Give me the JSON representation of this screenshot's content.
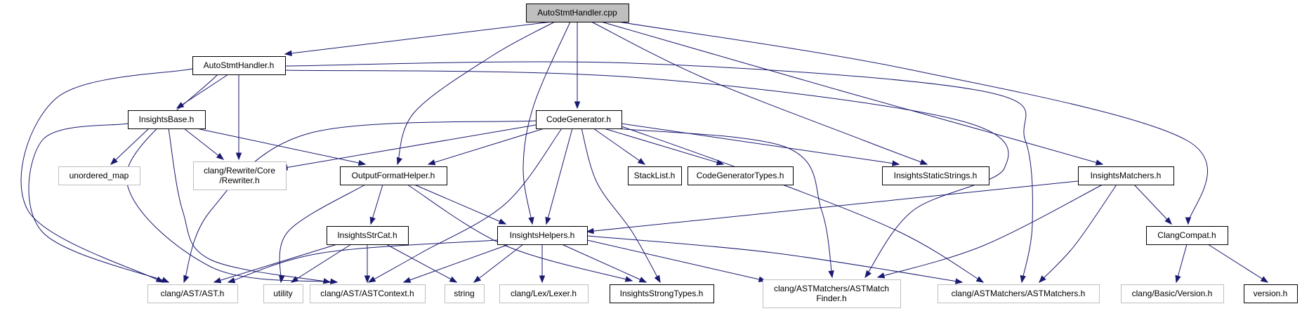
{
  "nodes": [
    {
      "id": "autostmt_cpp",
      "lines": [
        "AutoStmtHandler.cpp"
      ],
      "kind": "root"
    },
    {
      "id": "autostmt_h",
      "lines": [
        "AutoStmtHandler.h"
      ],
      "kind": "internal"
    },
    {
      "id": "codegen_h",
      "lines": [
        "CodeGenerator.h"
      ],
      "kind": "internal"
    },
    {
      "id": "insightsbase_h",
      "lines": [
        "InsightsBase.h"
      ],
      "kind": "internal"
    },
    {
      "id": "unordered_map",
      "lines": [
        "unordered_map"
      ],
      "kind": "external"
    },
    {
      "id": "rewriter_h",
      "lines": [
        "clang/Rewrite/Core",
        "/Rewriter.h"
      ],
      "kind": "external"
    },
    {
      "id": "outputformat_h",
      "lines": [
        "OutputFormatHelper.h"
      ],
      "kind": "internal"
    },
    {
      "id": "stacklist_h",
      "lines": [
        "StackList.h"
      ],
      "kind": "internal"
    },
    {
      "id": "codegentypes_h",
      "lines": [
        "CodeGeneratorTypes.h"
      ],
      "kind": "internal"
    },
    {
      "id": "staticstrings_h",
      "lines": [
        "InsightsStaticStrings.h"
      ],
      "kind": "internal"
    },
    {
      "id": "matchers_h",
      "lines": [
        "InsightsMatchers.h"
      ],
      "kind": "internal"
    },
    {
      "id": "strcat_h",
      "lines": [
        "InsightsStrCat.h"
      ],
      "kind": "internal"
    },
    {
      "id": "helpers_h",
      "lines": [
        "InsightsHelpers.h"
      ],
      "kind": "internal"
    },
    {
      "id": "clangcompat_h",
      "lines": [
        "ClangCompat.h"
      ],
      "kind": "internal"
    },
    {
      "id": "ast_h",
      "lines": [
        "clang/AST/AST.h"
      ],
      "kind": "external"
    },
    {
      "id": "utility",
      "lines": [
        "utility"
      ],
      "kind": "external"
    },
    {
      "id": "astcontext_h",
      "lines": [
        "clang/AST/ASTContext.h"
      ],
      "kind": "external"
    },
    {
      "id": "string",
      "lines": [
        "string"
      ],
      "kind": "external"
    },
    {
      "id": "lexer_h",
      "lines": [
        "clang/Lex/Lexer.h"
      ],
      "kind": "external"
    },
    {
      "id": "strongtypes_h",
      "lines": [
        "InsightsStrongTypes.h"
      ],
      "kind": "internal"
    },
    {
      "id": "astmatchfinder_h",
      "lines": [
        "clang/ASTMatchers/ASTMatch",
        "Finder.h"
      ],
      "kind": "external"
    },
    {
      "id": "astmatchers_h",
      "lines": [
        "clang/ASTMatchers/ASTMatchers.h"
      ],
      "kind": "external"
    },
    {
      "id": "version_basic_h",
      "lines": [
        "clang/Basic/Version.h"
      ],
      "kind": "external"
    },
    {
      "id": "version_h",
      "lines": [
        "version.h"
      ],
      "kind": "internal"
    }
  ],
  "edges": [
    [
      "autostmt_cpp",
      "autostmt_h"
    ],
    [
      "autostmt_cpp",
      "codegen_h"
    ],
    [
      "autostmt_cpp",
      "outputformat_h"
    ],
    [
      "autostmt_cpp",
      "helpers_h"
    ],
    [
      "autostmt_cpp",
      "staticstrings_h"
    ],
    [
      "autostmt_cpp",
      "matchers_h"
    ],
    [
      "autostmt_cpp",
      "clangcompat_h"
    ],
    [
      "autostmt_h",
      "insightsbase_h"
    ],
    [
      "autostmt_h",
      "ast_h"
    ],
    [
      "autostmt_h",
      "astcontext_h"
    ],
    [
      "autostmt_h",
      "rewriter_h"
    ],
    [
      "autostmt_h",
      "astmatchfinder_h"
    ],
    [
      "autostmt_h",
      "astmatchers_h"
    ],
    [
      "insightsbase_h",
      "unordered_map"
    ],
    [
      "insightsbase_h",
      "rewriter_h"
    ],
    [
      "insightsbase_h",
      "outputformat_h"
    ],
    [
      "insightsbase_h",
      "ast_h"
    ],
    [
      "insightsbase_h",
      "astcontext_h"
    ],
    [
      "codegen_h",
      "rewriter_h"
    ],
    [
      "codegen_h",
      "outputformat_h"
    ],
    [
      "codegen_h",
      "ast_h"
    ],
    [
      "codegen_h",
      "astcontext_h"
    ],
    [
      "codegen_h",
      "helpers_h"
    ],
    [
      "codegen_h",
      "strongtypes_h"
    ],
    [
      "codegen_h",
      "stacklist_h"
    ],
    [
      "codegen_h",
      "codegentypes_h"
    ],
    [
      "codegen_h",
      "staticstrings_h"
    ],
    [
      "codegen_h",
      "astmatchfinder_h"
    ],
    [
      "codegen_h",
      "astmatchers_h"
    ],
    [
      "outputformat_h",
      "strcat_h"
    ],
    [
      "outputformat_h",
      "helpers_h"
    ],
    [
      "outputformat_h",
      "utility"
    ],
    [
      "outputformat_h",
      "strongtypes_h"
    ],
    [
      "strcat_h",
      "ast_h"
    ],
    [
      "strcat_h",
      "utility"
    ],
    [
      "strcat_h",
      "astcontext_h"
    ],
    [
      "strcat_h",
      "string"
    ],
    [
      "helpers_h",
      "ast_h"
    ],
    [
      "helpers_h",
      "astcontext_h"
    ],
    [
      "helpers_h",
      "string"
    ],
    [
      "helpers_h",
      "lexer_h"
    ],
    [
      "helpers_h",
      "strongtypes_h"
    ],
    [
      "helpers_h",
      "astmatchfinder_h"
    ],
    [
      "helpers_h",
      "astmatchers_h"
    ],
    [
      "matchers_h",
      "helpers_h"
    ],
    [
      "matchers_h",
      "clangcompat_h"
    ],
    [
      "matchers_h",
      "astmatchfinder_h"
    ],
    [
      "matchers_h",
      "astmatchers_h"
    ],
    [
      "clangcompat_h",
      "version_basic_h"
    ],
    [
      "clangcompat_h",
      "version_h"
    ]
  ],
  "colors": {
    "edge": "#191970",
    "internal_border": "#000000",
    "external_border": "#bfbfbf",
    "root_fill": "#bfbfbf",
    "fill": "#ffffff"
  }
}
